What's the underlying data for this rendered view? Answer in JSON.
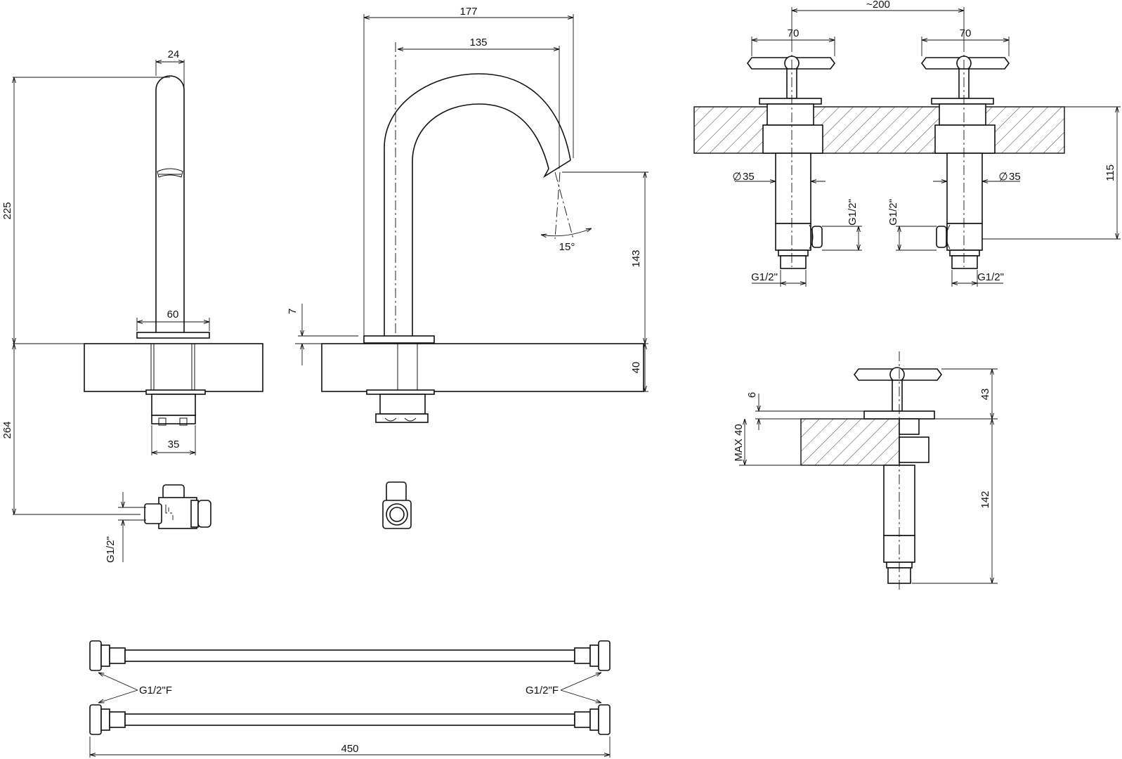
{
  "front_view": {
    "dim_width_top": "24",
    "dim_height_spout": "225",
    "dim_base_width": "60",
    "dim_below_counter": "264",
    "dim_shank": "35",
    "dim_connector": "G1/2\""
  },
  "side_view": {
    "dim_reach_total": "177",
    "dim_reach_outlet": "135",
    "dim_outlet_height": "143",
    "dim_base_height": "7",
    "dim_counter": "40",
    "dim_angle": "15°"
  },
  "valves_top": {
    "dim_spacing": "~200",
    "dim_handle_left": "70",
    "dim_handle_right": "70",
    "dim_body_left": "35",
    "dim_body_right": "35",
    "dim_height_right": "115",
    "dim_thread_left_v": "G1/2\"",
    "dim_thread_right_v": "G1/2\"",
    "dim_thread_left_h": "G1/2\"",
    "dim_thread_right_h": "G1/2\""
  },
  "valve_section": {
    "dim_top": "43",
    "dim_flange": "6",
    "dim_max": "MAX 40",
    "dim_below": "142"
  },
  "hoses": {
    "label_left": "G1/2\"F",
    "label_right": "G1/2\"F",
    "dim_length": "450"
  }
}
